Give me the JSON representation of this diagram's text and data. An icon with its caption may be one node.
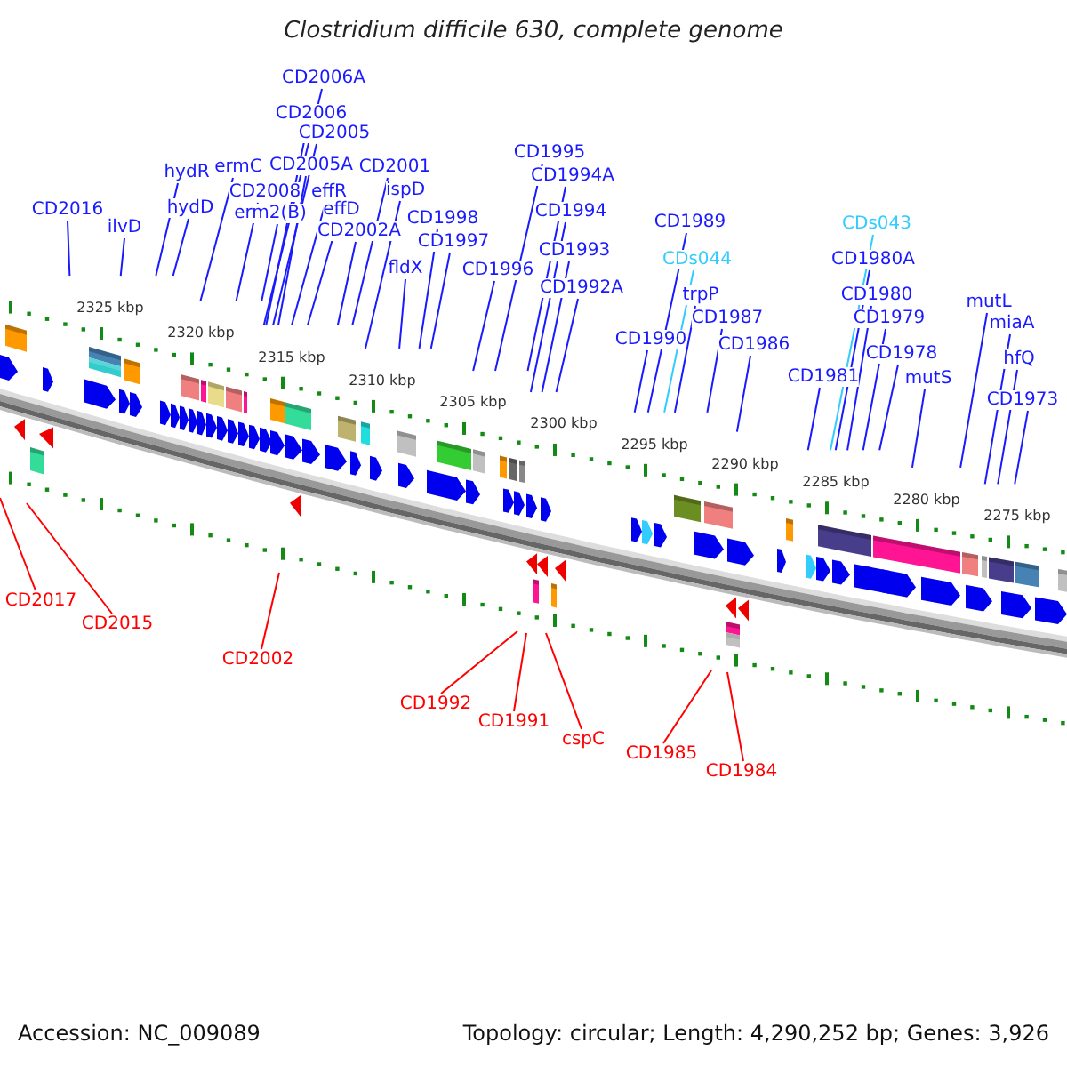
{
  "diagram": {
    "title": "Clostridium difficile 630, complete genome",
    "nodes": [
      {
        "text": [
          "CD2016"
        ]
      },
      {
        "text": [
          "ilvD"
        ]
      },
      {
        "text": [
          "hydR"
        ]
      },
      {
        "text": [
          "hydD"
        ]
      },
      {
        "text": [
          "ermC"
        ]
      },
      {
        "text": [
          "CD2008"
        ]
      },
      {
        "text": [
          "erm2(B)"
        ]
      },
      {
        "text": [
          "CD2006A"
        ]
      },
      {
        "text": [
          "CD2006"
        ]
      },
      {
        "text": [
          "CD2005"
        ]
      },
      {
        "text": [
          "CD2005A"
        ]
      },
      {
        "text": [
          "effR"
        ]
      },
      {
        "text": [
          "effD"
        ]
      },
      {
        "text": [
          "CD2002A"
        ]
      },
      {
        "text": [
          "CD2001"
        ]
      },
      {
        "text": [
          "ispD"
        ]
      },
      {
        "text": [
          "CD1998"
        ]
      },
      {
        "text": [
          "CD1997"
        ]
      },
      {
        "text": [
          "fldX"
        ]
      },
      {
        "text": [
          "CD1996"
        ]
      },
      {
        "text": [
          "CD1995"
        ]
      },
      {
        "text": [
          "CD1994A"
        ]
      },
      {
        "text": [
          "CD1994"
        ]
      },
      {
        "text": [
          "CD1993"
        ]
      },
      {
        "text": [
          "CD1992A"
        ]
      },
      {
        "text": [
          "CD1989"
        ]
      },
      {
        "text": [
          "CDs044"
        ]
      },
      {
        "text": [
          "trpP"
        ]
      },
      {
        "text": [
          "CD1990"
        ]
      },
      {
        "text": [
          "CD1987"
        ]
      },
      {
        "text": [
          "CD1986"
        ]
      },
      {
        "text": [
          "CD1981"
        ]
      },
      {
        "text": [
          "CDs043"
        ]
      },
      {
        "text": [
          "CD1980A"
        ]
      },
      {
        "text": [
          "CD1980"
        ]
      },
      {
        "text": [
          "CD1979"
        ]
      },
      {
        "text": [
          "CD1978"
        ]
      },
      {
        "text": [
          "mutS"
        ]
      },
      {
        "text": [
          "mutL"
        ]
      },
      {
        "text": [
          "miaA"
        ]
      },
      {
        "text": [
          "hfQ"
        ]
      },
      {
        "text": [
          "CD1973"
        ]
      },
      {
        "text": [
          "CD2017"
        ]
      },
      {
        "text": [
          "CD2015"
        ]
      },
      {
        "text": [
          "CD2002"
        ]
      },
      {
        "text": [
          "CD1992"
        ]
      },
      {
        "text": [
          "CD1991"
        ]
      },
      {
        "text": [
          "cspC"
        ]
      },
      {
        "text": [
          "CD1985"
        ]
      },
      {
        "text": [
          "CD1984"
        ]
      }
    ],
    "edges": [
      {
        "from": 0,
        "to": null,
        "arrow": "none"
      },
      {
        "from": 1,
        "to": null,
        "arrow": "none"
      },
      {
        "from": 2,
        "to": null,
        "arrow": "none"
      },
      {
        "from": 3,
        "to": null,
        "arrow": "none"
      },
      {
        "from": 4,
        "to": null,
        "arrow": "none"
      },
      {
        "from": 5,
        "to": null,
        "arrow": "none"
      },
      {
        "from": 6,
        "to": null,
        "arrow": "none"
      },
      {
        "from": 7,
        "to": null,
        "arrow": "none"
      },
      {
        "from": 8,
        "to": null,
        "arrow": "none"
      },
      {
        "from": 9,
        "to": null,
        "arrow": "none"
      },
      {
        "from": 10,
        "to": null,
        "arrow": "none"
      },
      {
        "from": 11,
        "to": null,
        "arrow": "none"
      },
      {
        "from": 12,
        "to": null,
        "arrow": "none"
      },
      {
        "from": 13,
        "to": null,
        "arrow": "none"
      },
      {
        "from": 14,
        "to": null,
        "arrow": "none"
      },
      {
        "from": 15,
        "to": null,
        "arrow": "none"
      },
      {
        "from": 16,
        "to": null,
        "arrow": "none"
      },
      {
        "from": 17,
        "to": null,
        "arrow": "none"
      },
      {
        "from": 18,
        "to": null,
        "arrow": "none"
      },
      {
        "from": 19,
        "to": null,
        "arrow": "none"
      },
      {
        "from": 20,
        "to": null,
        "arrow": "none"
      },
      {
        "from": 21,
        "to": null,
        "arrow": "none"
      },
      {
        "from": 22,
        "to": null,
        "arrow": "none"
      },
      {
        "from": 23,
        "to": null,
        "arrow": "none"
      },
      {
        "from": 24,
        "to": null,
        "arrow": "none"
      },
      {
        "from": 25,
        "to": null,
        "arrow": "none"
      },
      {
        "from": 26,
        "to": null,
        "arrow": "none",
        "color": "#33ccff"
      },
      {
        "from": 27,
        "to": null,
        "arrow": "none"
      },
      {
        "from": 28,
        "to": null,
        "arrow": "none"
      },
      {
        "from": 29,
        "to": null,
        "arrow": "none"
      },
      {
        "from": 30,
        "to": null,
        "arrow": "none"
      },
      {
        "from": 31,
        "to": null,
        "arrow": "none"
      },
      {
        "from": 32,
        "to": null,
        "arrow": "none",
        "color": "#33ccff"
      },
      {
        "from": 33,
        "to": null,
        "arrow": "none"
      },
      {
        "from": 34,
        "to": null,
        "arrow": "none"
      },
      {
        "from": 35,
        "to": null,
        "arrow": "none"
      },
      {
        "from": 36,
        "to": null,
        "arrow": "none"
      },
      {
        "from": 37,
        "to": null,
        "arrow": "none"
      },
      {
        "from": 38,
        "to": null,
        "arrow": "none"
      },
      {
        "from": 39,
        "to": null,
        "arrow": "none"
      },
      {
        "from": 40,
        "to": null,
        "arrow": "none"
      },
      {
        "from": 41,
        "to": null,
        "arrow": "none"
      },
      {
        "from": 42,
        "to": null,
        "arrow": "none",
        "color": "#ff0000"
      },
      {
        "from": 43,
        "to": null,
        "arrow": "none",
        "color": "#ff0000"
      },
      {
        "from": 44,
        "to": null,
        "arrow": "none",
        "color": "#ff0000"
      },
      {
        "from": 45,
        "to": null,
        "arrow": "none",
        "color": "#ff0000"
      },
      {
        "from": 46,
        "to": null,
        "arrow": "none",
        "color": "#ff0000"
      },
      {
        "from": 47,
        "to": null,
        "arrow": "none",
        "color": "#ff0000"
      },
      {
        "from": 48,
        "to": null,
        "arrow": "none",
        "color": "#ff0000"
      },
      {
        "from": 49,
        "to": null,
        "arrow": "none",
        "color": "#ff0000"
      }
    ],
    "labels": [
      "2325 kbp",
      "2320 kbp",
      "2315 kbp",
      "2310 kbp",
      "2305 kbp",
      "2300 kbp",
      "2295 kbp",
      "2290 kbp",
      "2285 kbp",
      "2280 kbp",
      "2275 kbp",
      "Accession: NC_009089",
      "Topology: circular; Length: 4,290,252 bp; Genes: 3,926"
    ]
  }
}
